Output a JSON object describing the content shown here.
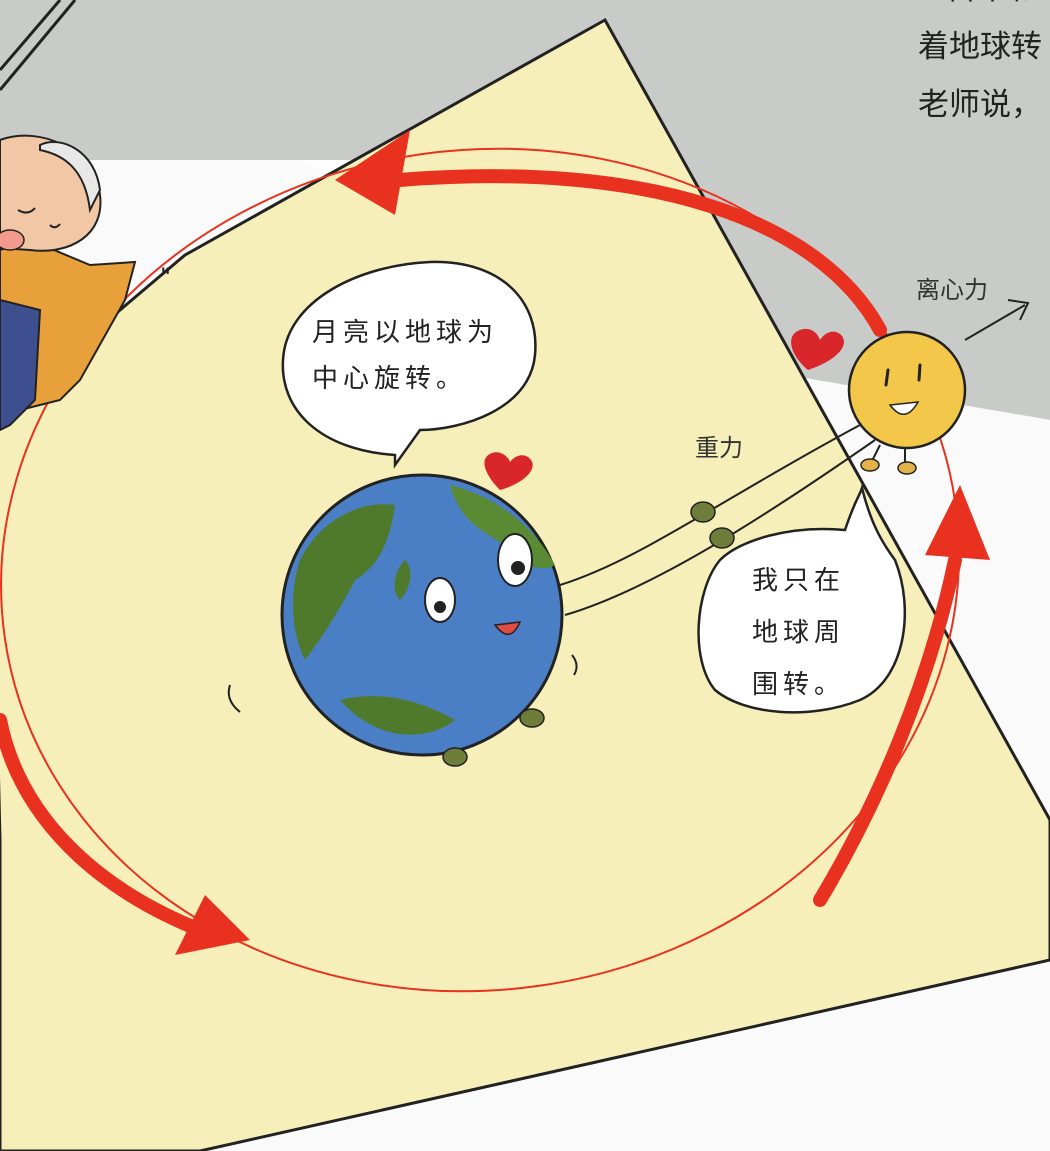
{
  "top_text": [
    "吾来和",
    "着地球转",
    "老师说，"
  ],
  "bubble_left": [
    "月亮以地球为",
    "中心旋转。"
  ],
  "bubble_right": [
    "我只在",
    "地球周",
    "围转。"
  ],
  "labels": {
    "centrifugal": "离心力",
    "gravity": "重力"
  },
  "sound_mark": "\"",
  "colors": {
    "paper": "#f7efb9",
    "arrow": "#e8321f",
    "background": "#c9cbc9",
    "moon": "#f3c84a",
    "ocean": "#4a7fc5",
    "land": "#4f7a2c",
    "heart": "#d8262b"
  }
}
